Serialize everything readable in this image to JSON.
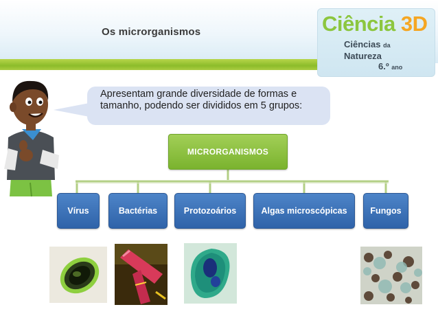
{
  "header": {
    "title": "Os microrganismos"
  },
  "logo": {
    "name_part1": "Ciência",
    "name_part2": "3D",
    "line1_a": "Ciências",
    "line1_b": "da",
    "line2": "Natureza",
    "line3_a": "6.º",
    "line3_b": "ano",
    "colors": {
      "green": "#8cc63f",
      "orange": "#f5a623"
    }
  },
  "bubble": {
    "text": "Apresentam grande diversidade de formas e tamanho, podendo ser divididos em 5 grupos:"
  },
  "diagram": {
    "root": "MICRORGANISMOS",
    "children": [
      "Vírus",
      "Bactérias",
      "Protozoários",
      "Algas microscópicas",
      "Fungos"
    ],
    "colors": {
      "root": "#7ab32e",
      "child": "#2f63a9",
      "connector": "#a9c67a"
    }
  },
  "photos": {
    "icons": [
      "virus-photo",
      "bacteria-photo",
      "protozoa-photo",
      "fungi-photo"
    ]
  }
}
